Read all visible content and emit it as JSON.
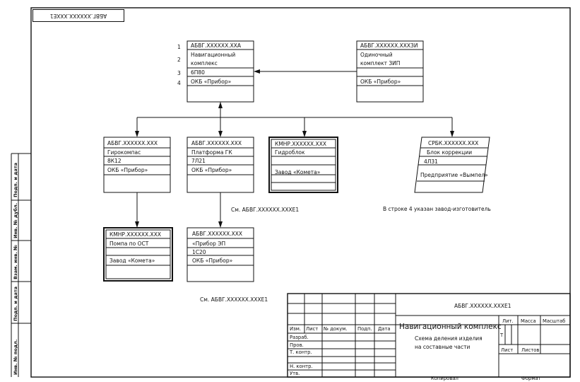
{
  "top_stamp": "АБВГ.XXXXXX.XXXE1",
  "boxes": {
    "main": {
      "code": "АБВГ.XXXXXX.XXA",
      "name1": "Навигационный",
      "name2": "комплекс",
      "model": "6П80",
      "maker": "ОКБ «Прибор»"
    },
    "zip": {
      "code": "АБВГ.XXXXXX.XXXЗИ",
      "name1": "Одиночный",
      "name2": "комплект ЗИП",
      "model": "",
      "maker": "ОКБ «Прибор»"
    },
    "gyro": {
      "code": "АБВГ.XXXXXX.XXX",
      "name": "Гирокомпас",
      "model": "8К12",
      "maker": "ОКБ «Прибор»"
    },
    "platform": {
      "code": "АБВГ.XXXXXX.XXX",
      "name": "Платформа ГК",
      "model": "7Л21",
      "maker": "ОКБ «Прибор»"
    },
    "gyroblock": {
      "code": "КМНР.XXXXXX.XXX",
      "name": "Гидроблок",
      "model": "",
      "maker": "Завод «Комета»"
    },
    "correction": {
      "code": "СРБК.XXXXXX.XXX",
      "name": "Блок коррекции",
      "model": "4Л31",
      "maker": "Предприятие «Вымпел»"
    },
    "pump": {
      "code": "КМНР.XXXXXX.XXX",
      "name": "Помпа по ОСТ",
      "model": "",
      "maker": "Завод «Комета»"
    },
    "device": {
      "code": "АБВГ.XXXXXX.XXX",
      "name": "«Прибор ЭП",
      "model": "1С20",
      "maker": "ОКБ «Прибор»"
    }
  },
  "row_numbers": [
    "1",
    "2",
    "3",
    "4"
  ],
  "notes": {
    "see1": "См. АБВГ.XXXXXX.XXXE1",
    "see2": "См. АБВГ.XXXXXX.XXXE1",
    "footnote": "В строке 4 указан завод-изготовитель"
  },
  "title_block": {
    "doc_code": "АБВГ.XXXXXX.XXXE1",
    "title": "Навигационный комплекс",
    "subtitle1": "Схема деления изделия",
    "subtitle2": "на составные части",
    "col_izm": "Изм.",
    "col_list": "Лист",
    "col_doc": "№ докум.",
    "col_sign": "Подп.",
    "col_date": "Дата",
    "r_razrab": "Разраб.",
    "r_prov": "Пров.",
    "r_tkontr": "Т. контр.",
    "r_nkontr": "Н. контр.",
    "r_utv": "Утв.",
    "lit": "Лит.",
    "massa": "Масса",
    "masshtab": "Масштаб",
    "lit_t": "Т",
    "list": "Лист",
    "listov": "Листов",
    "kopiroval": "Копировал",
    "format": "Формат"
  },
  "side_strip": {
    "s1": "Подп. и дата",
    "s2": "Инв. № дубл.",
    "s3": "Взам. инв. №",
    "s4": "Подп. и дата",
    "s5": "Инв. № подл."
  }
}
